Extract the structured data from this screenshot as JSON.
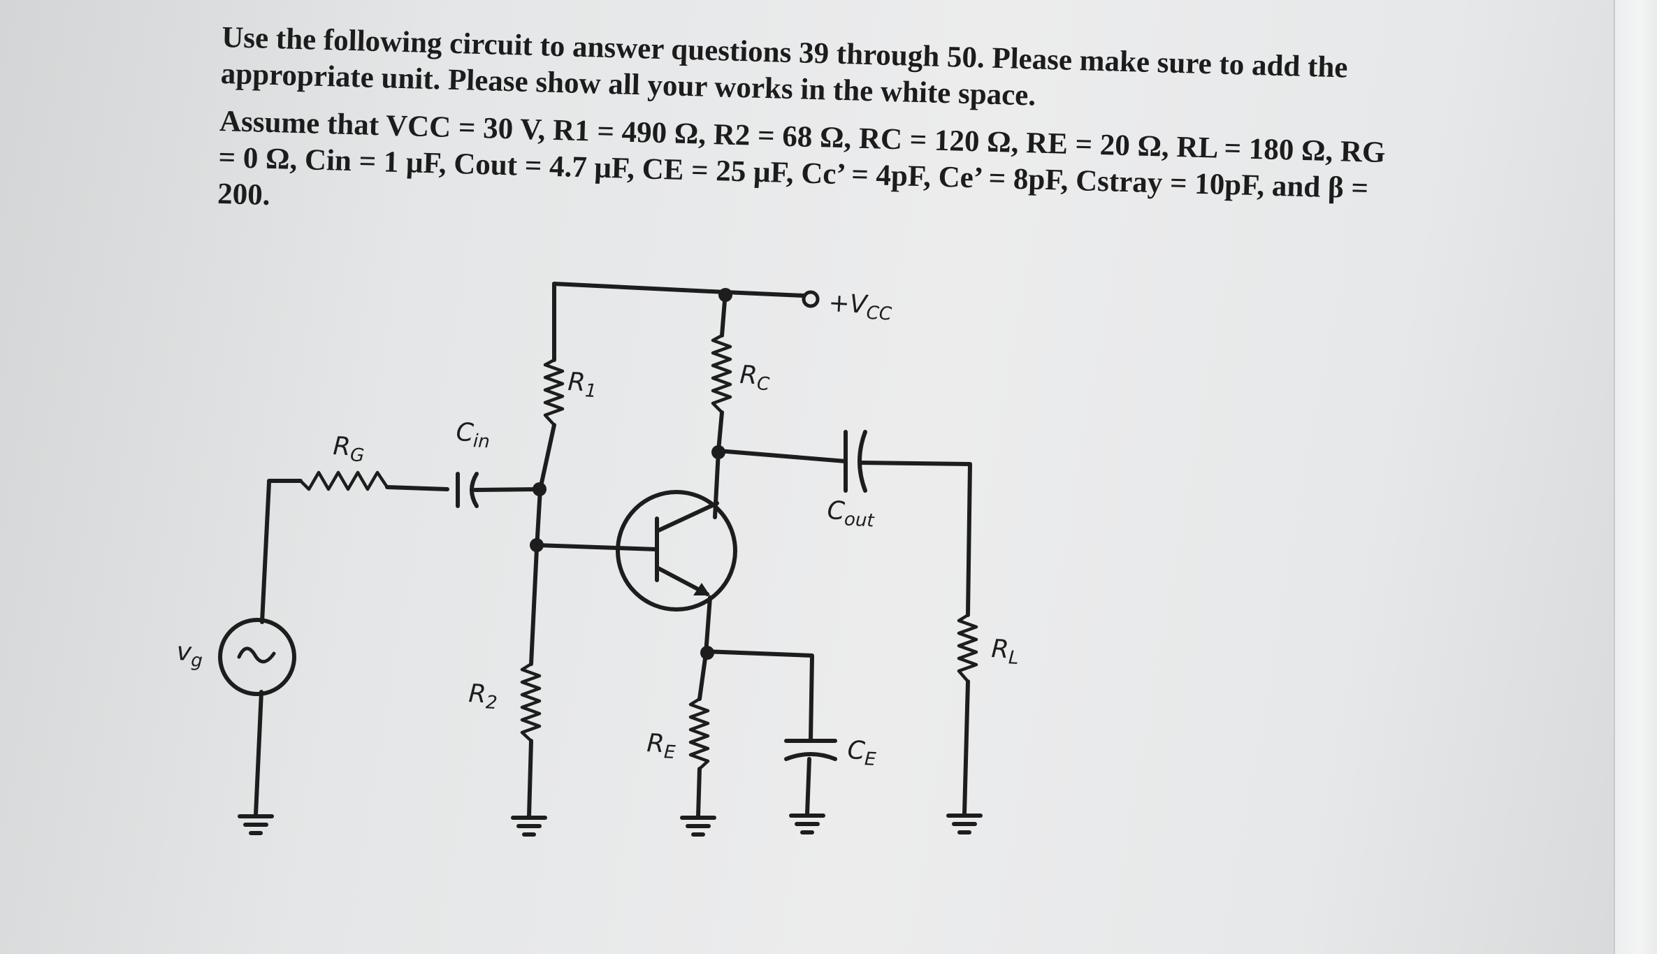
{
  "question": {
    "paragraph1": "Use the following circuit to answer questions 39 through 50. Please make sure to add the appropriate unit. Please show all your works in the white space.",
    "paragraph2": "Assume that VCC = 30 V, R1 = 490 Ω, R2 = 68 Ω, RC = 120 Ω, RE = 20 Ω, RL = 180 Ω, RG = 0 Ω, Cin = 1 μF, Cout = 4.7 μF, CE = 25 μF, Cc’ = 4pF, Ce’ = 8pF, Cstray = 10pF, and β = 200."
  },
  "circuit": {
    "vcc": {
      "main": "+V",
      "sub": "CC"
    },
    "r1": {
      "main": "R",
      "sub": "1"
    },
    "rc": {
      "main": "R",
      "sub": "C"
    },
    "rg": {
      "main": "R",
      "sub": "G"
    },
    "cin": {
      "main": "C",
      "sub": "in"
    },
    "cout": {
      "main": "C",
      "sub": "out"
    },
    "vg": {
      "main": "v",
      "sub": "g"
    },
    "r2": {
      "main": "R",
      "sub": "2"
    },
    "re": {
      "main": "R",
      "sub": "E"
    },
    "ce": {
      "main": "C",
      "sub": "E"
    },
    "rl": {
      "main": "R",
      "sub": "L"
    }
  }
}
